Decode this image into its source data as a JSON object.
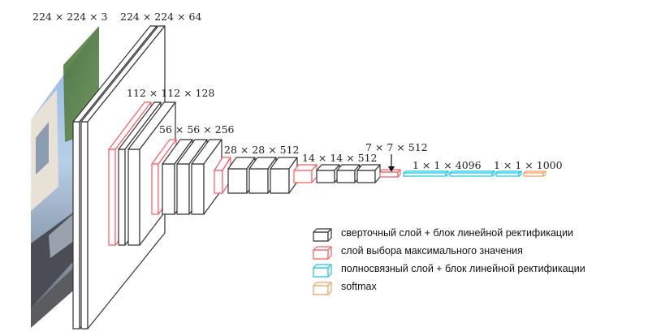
{
  "colors": {
    "conv": "#333333",
    "pool": "#ff5a5f",
    "fc": "#19c6e6",
    "softmax": "#f0a060",
    "background": "#ffffff"
  },
  "input_image": {
    "description_icon": "photo-street-scene"
  },
  "dimension_labels": [
    "224 × 224 × 3",
    "224 × 224 × 64",
    "112 × 112 × 128",
    "56 × 56 × 256",
    "28 × 28 × 512",
    "14 × 14 × 512",
    "7 × 7 × 512",
    "1 × 1 × 4096",
    "1 × 1 × 1000"
  ],
  "legend": [
    {
      "type": "conv",
      "label": "сверточный слой + блок линейной ректификации"
    },
    {
      "type": "pool",
      "label": "слой выбора максимального значения"
    },
    {
      "type": "fc",
      "label": "полносвязный слой + блок линейной ректификации"
    },
    {
      "type": "softmax",
      "label": "softmax"
    }
  ]
}
